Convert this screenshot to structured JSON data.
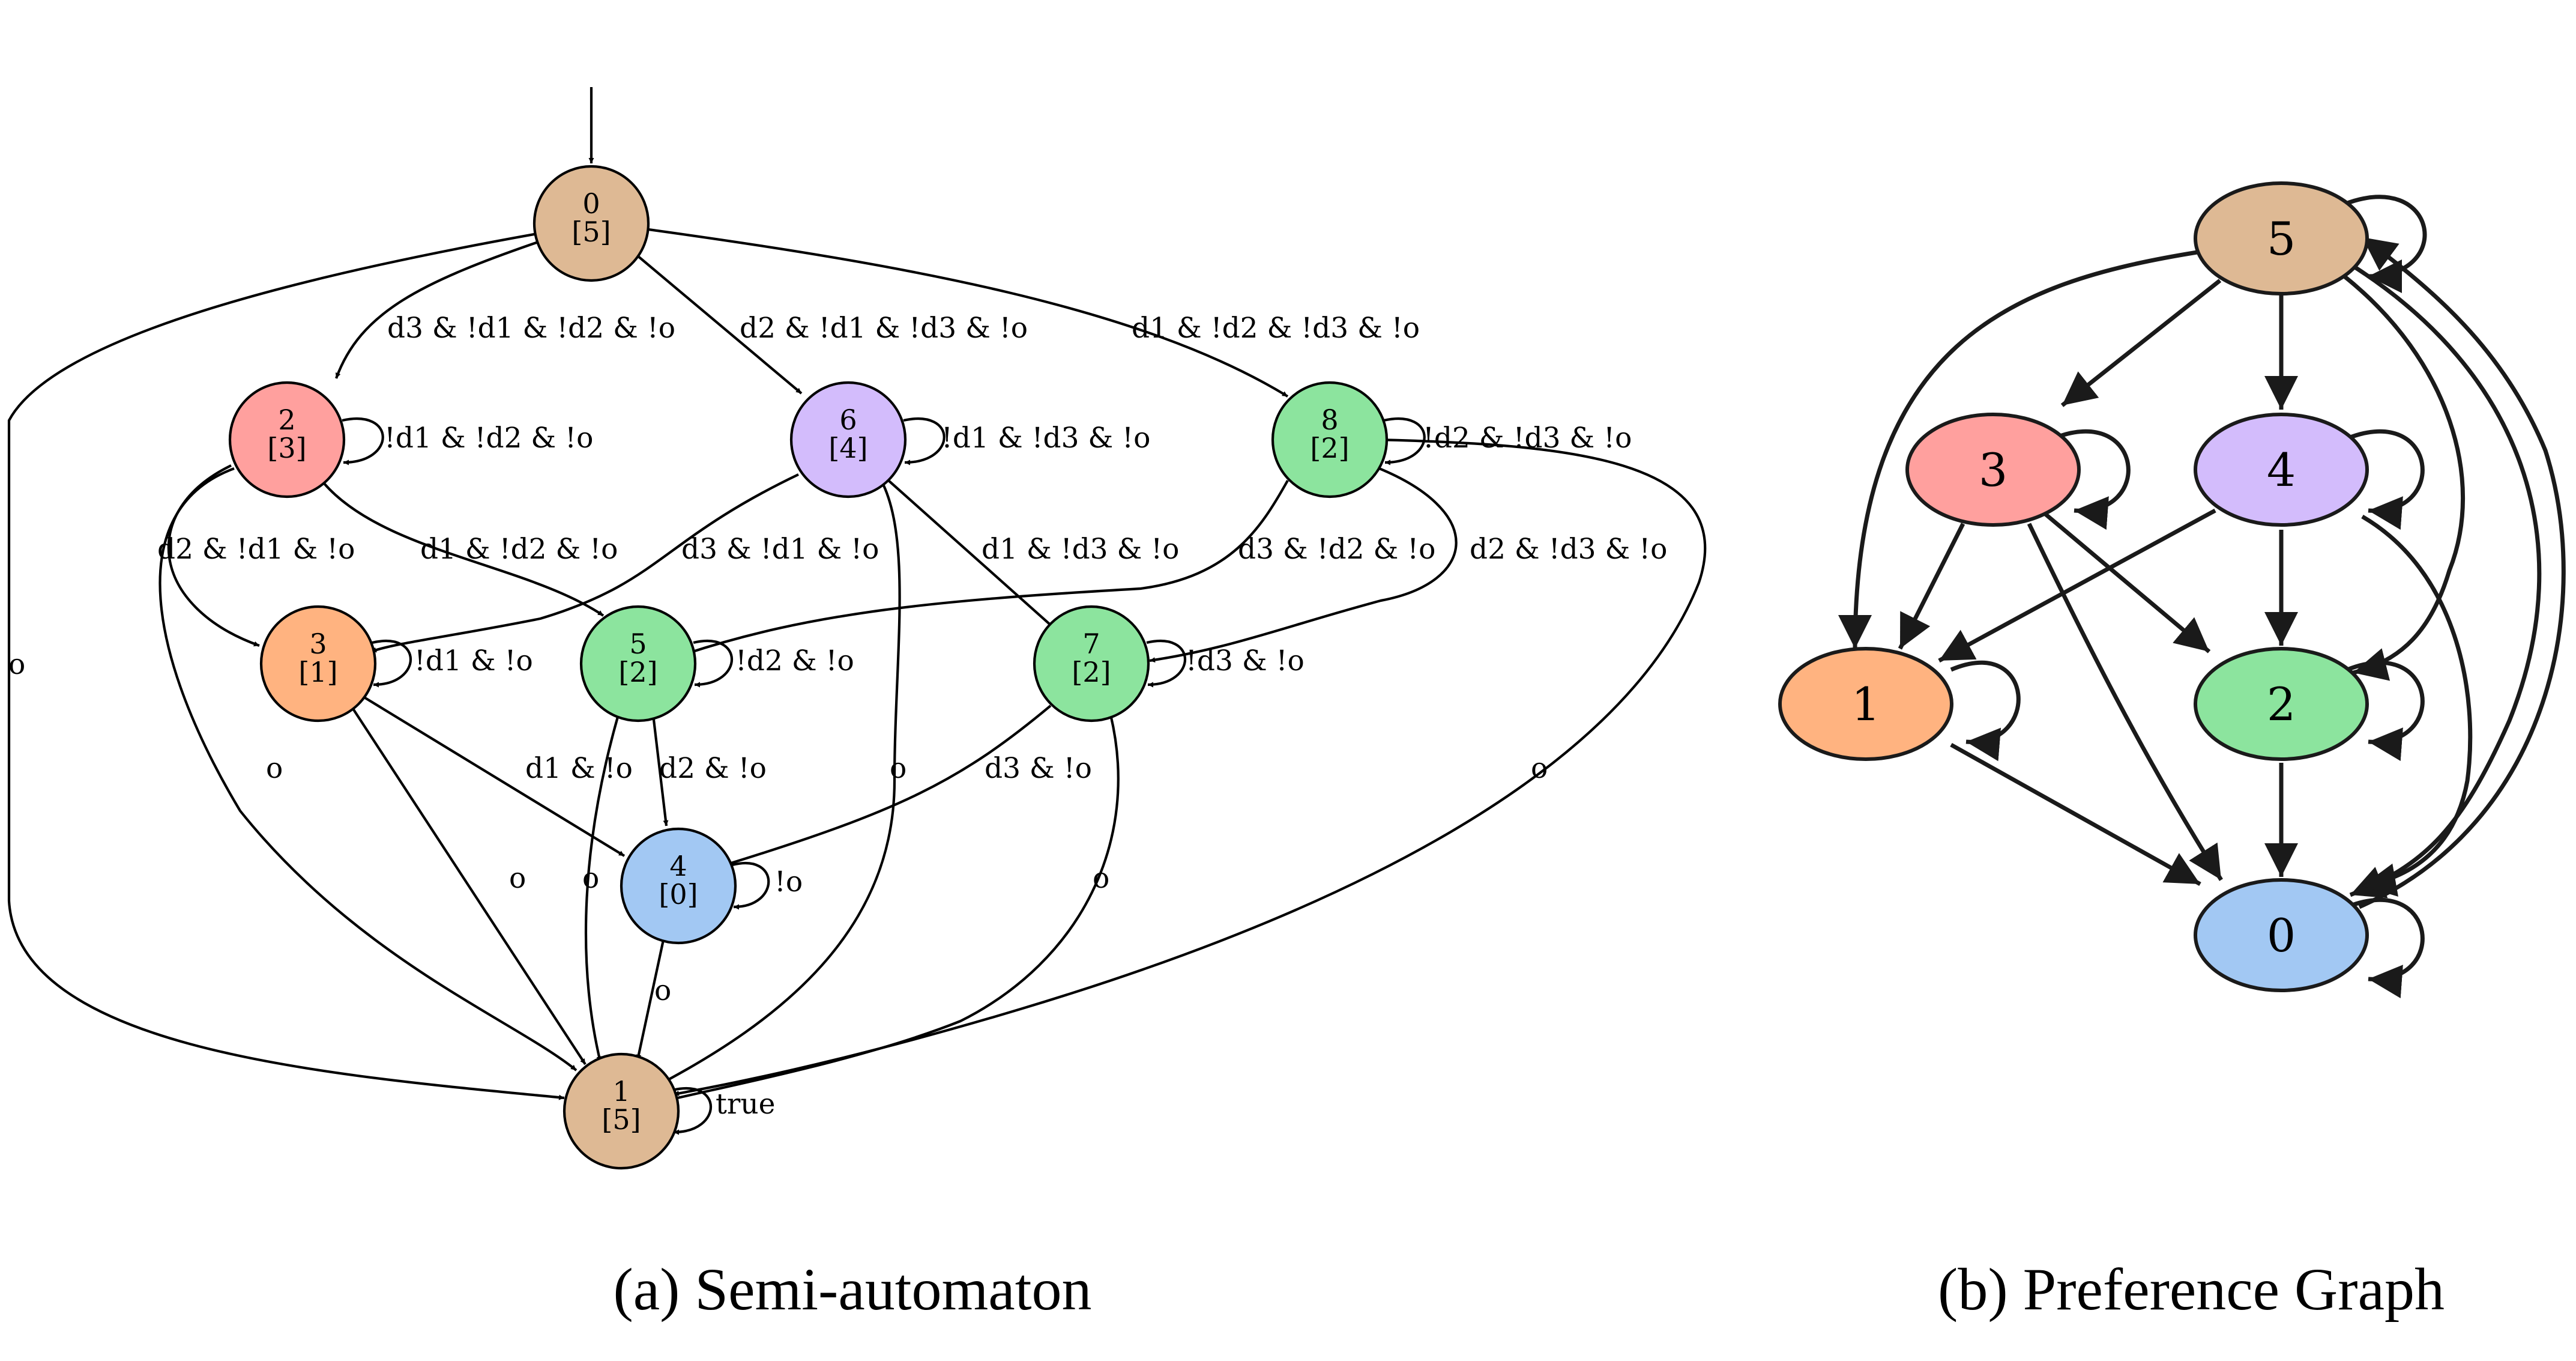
{
  "semi_automaton": {
    "caption": "(a) Semi-automaton",
    "nodes": [
      {
        "id": "0",
        "label": "0",
        "priority": "[5]",
        "color": "#DEB994"
      },
      {
        "id": "1",
        "label": "1",
        "priority": "[5]",
        "color": "#DEB994"
      },
      {
        "id": "2",
        "label": "2",
        "priority": "[3]",
        "color": "#FFA09E"
      },
      {
        "id": "3",
        "label": "3",
        "priority": "[1]",
        "color": "#FFB380"
      },
      {
        "id": "4",
        "label": "4",
        "priority": "[0]",
        "color": "#A2C8F3"
      },
      {
        "id": "5",
        "label": "5",
        "priority": "[2]",
        "color": "#8CE49E"
      },
      {
        "id": "6",
        "label": "6",
        "priority": "[4]",
        "color": "#D3BCFC"
      },
      {
        "id": "7",
        "label": "7",
        "priority": "[2]",
        "color": "#8CE49E"
      },
      {
        "id": "8",
        "label": "8",
        "priority": "[2]",
        "color": "#8CE49E"
      }
    ],
    "edges": [
      {
        "from": "0",
        "to": "2",
        "label": "d3 & !d1 & !d2 & !o"
      },
      {
        "from": "0",
        "to": "6",
        "label": "d2 & !d1 & !d3 & !o"
      },
      {
        "from": "0",
        "to": "8",
        "label": "d1 & !d2 & !d3 & !o"
      },
      {
        "from": "0",
        "to": "1",
        "label": "o"
      },
      {
        "from": "2",
        "to": "2",
        "label": "!d1 & !d2 & !o"
      },
      {
        "from": "2",
        "to": "3",
        "label": "d2 & !d1 & !o"
      },
      {
        "from": "2",
        "to": "5",
        "label": "d1 & !d2 & !o"
      },
      {
        "from": "2",
        "to": "1",
        "label": "o"
      },
      {
        "from": "6",
        "to": "6",
        "label": "!d1 & !d3 & !o"
      },
      {
        "from": "6",
        "to": "3",
        "label": "d3 & !d1 & !o"
      },
      {
        "from": "6",
        "to": "7",
        "label": "d1 & !d3 & !o"
      },
      {
        "from": "6",
        "to": "1",
        "label": "o"
      },
      {
        "from": "8",
        "to": "8",
        "label": "!d2 & !d3 & !o"
      },
      {
        "from": "8",
        "to": "5",
        "label": "d3 & !d2 & !o"
      },
      {
        "from": "8",
        "to": "7",
        "label": "d2 & !d3 & !o"
      },
      {
        "from": "8",
        "to": "1",
        "label": "o"
      },
      {
        "from": "3",
        "to": "3",
        "label": "!d1 & !o"
      },
      {
        "from": "3",
        "to": "4",
        "label": "d1 & !o"
      },
      {
        "from": "3",
        "to": "1",
        "label": "o"
      },
      {
        "from": "5",
        "to": "5",
        "label": "!d2 & !o"
      },
      {
        "from": "5",
        "to": "4",
        "label": "d2 & !o"
      },
      {
        "from": "5",
        "to": "1",
        "label": "o"
      },
      {
        "from": "7",
        "to": "7",
        "label": "!d3 & !o"
      },
      {
        "from": "7",
        "to": "4",
        "label": "d3 & !o"
      },
      {
        "from": "7",
        "to": "1",
        "label": "o"
      },
      {
        "from": "4",
        "to": "4",
        "label": "!o"
      },
      {
        "from": "4",
        "to": "1",
        "label": "o"
      },
      {
        "from": "1",
        "to": "1",
        "label": "true"
      }
    ]
  },
  "preference_graph": {
    "caption": "(b) Preference Graph",
    "nodes": [
      {
        "id": "5",
        "label": "5",
        "color": "#DEB994"
      },
      {
        "id": "3",
        "label": "3",
        "color": "#FFA09E"
      },
      {
        "id": "4",
        "label": "4",
        "color": "#D3BCFC"
      },
      {
        "id": "1",
        "label": "1",
        "color": "#FFB380"
      },
      {
        "id": "2",
        "label": "2",
        "color": "#8CE49E"
      },
      {
        "id": "0",
        "label": "0",
        "color": "#A2C8F3"
      }
    ],
    "edges": [
      {
        "from": "5",
        "to": "5"
      },
      {
        "from": "5",
        "to": "3"
      },
      {
        "from": "5",
        "to": "4"
      },
      {
        "from": "5",
        "to": "1"
      },
      {
        "from": "5",
        "to": "2"
      },
      {
        "from": "5",
        "to": "0"
      },
      {
        "from": "0",
        "to": "5"
      },
      {
        "from": "3",
        "to": "3"
      },
      {
        "from": "3",
        "to": "1"
      },
      {
        "from": "3",
        "to": "2"
      },
      {
        "from": "3",
        "to": "0"
      },
      {
        "from": "4",
        "to": "4"
      },
      {
        "from": "4",
        "to": "1"
      },
      {
        "from": "4",
        "to": "2"
      },
      {
        "from": "4",
        "to": "0"
      },
      {
        "from": "1",
        "to": "1"
      },
      {
        "from": "1",
        "to": "0"
      },
      {
        "from": "2",
        "to": "2"
      },
      {
        "from": "2",
        "to": "0"
      },
      {
        "from": "0",
        "to": "0"
      }
    ]
  }
}
